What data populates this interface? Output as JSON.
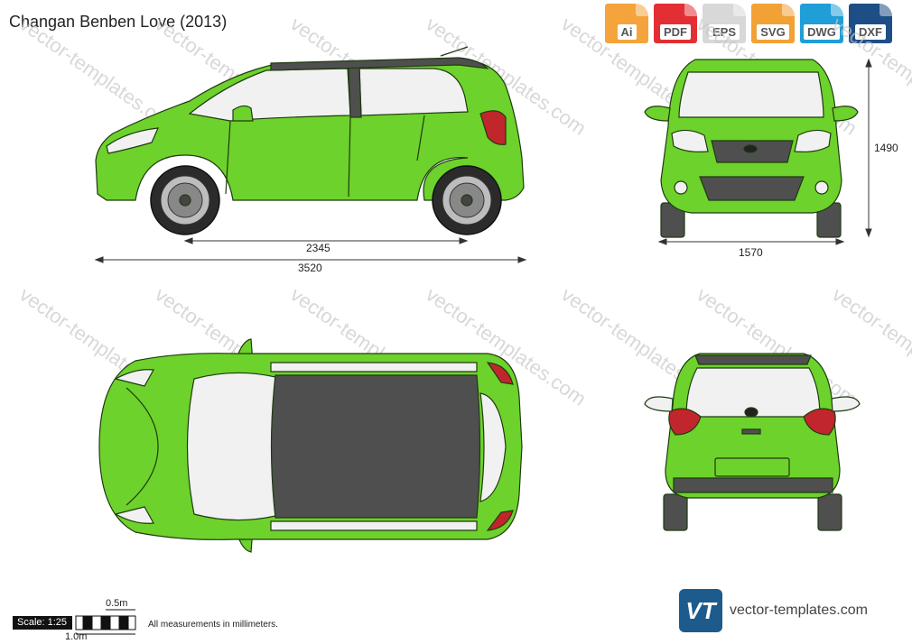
{
  "title": "Changan Benben Love (2013)",
  "formats": [
    {
      "label": "Ai",
      "color": "#f4a43b"
    },
    {
      "label": "PDF",
      "color": "#e32f34"
    },
    {
      "label": "EPS",
      "color": "#d8d8d8"
    },
    {
      "label": "SVG",
      "color": "#f2a135"
    },
    {
      "label": "DWG",
      "color": "#1f9ed7"
    },
    {
      "label": "DXF",
      "color": "#1d4f86"
    }
  ],
  "dimensions": {
    "wheelbase": "2345",
    "length": "3520",
    "height": "1490",
    "width": "1570"
  },
  "scale": {
    "label": "Scale: 1:25",
    "half_meter": "0.5m",
    "meter": "1.0m"
  },
  "note": "All measurements in millimeters.",
  "brand": {
    "logo_text": "VT",
    "site": "vector-templates.com"
  },
  "watermark": "vector-templates.com",
  "colors": {
    "body": "#6dd22b",
    "glass": "#f1f1f1",
    "dark": "#4f4f4f",
    "outline": "#1f3a10"
  }
}
